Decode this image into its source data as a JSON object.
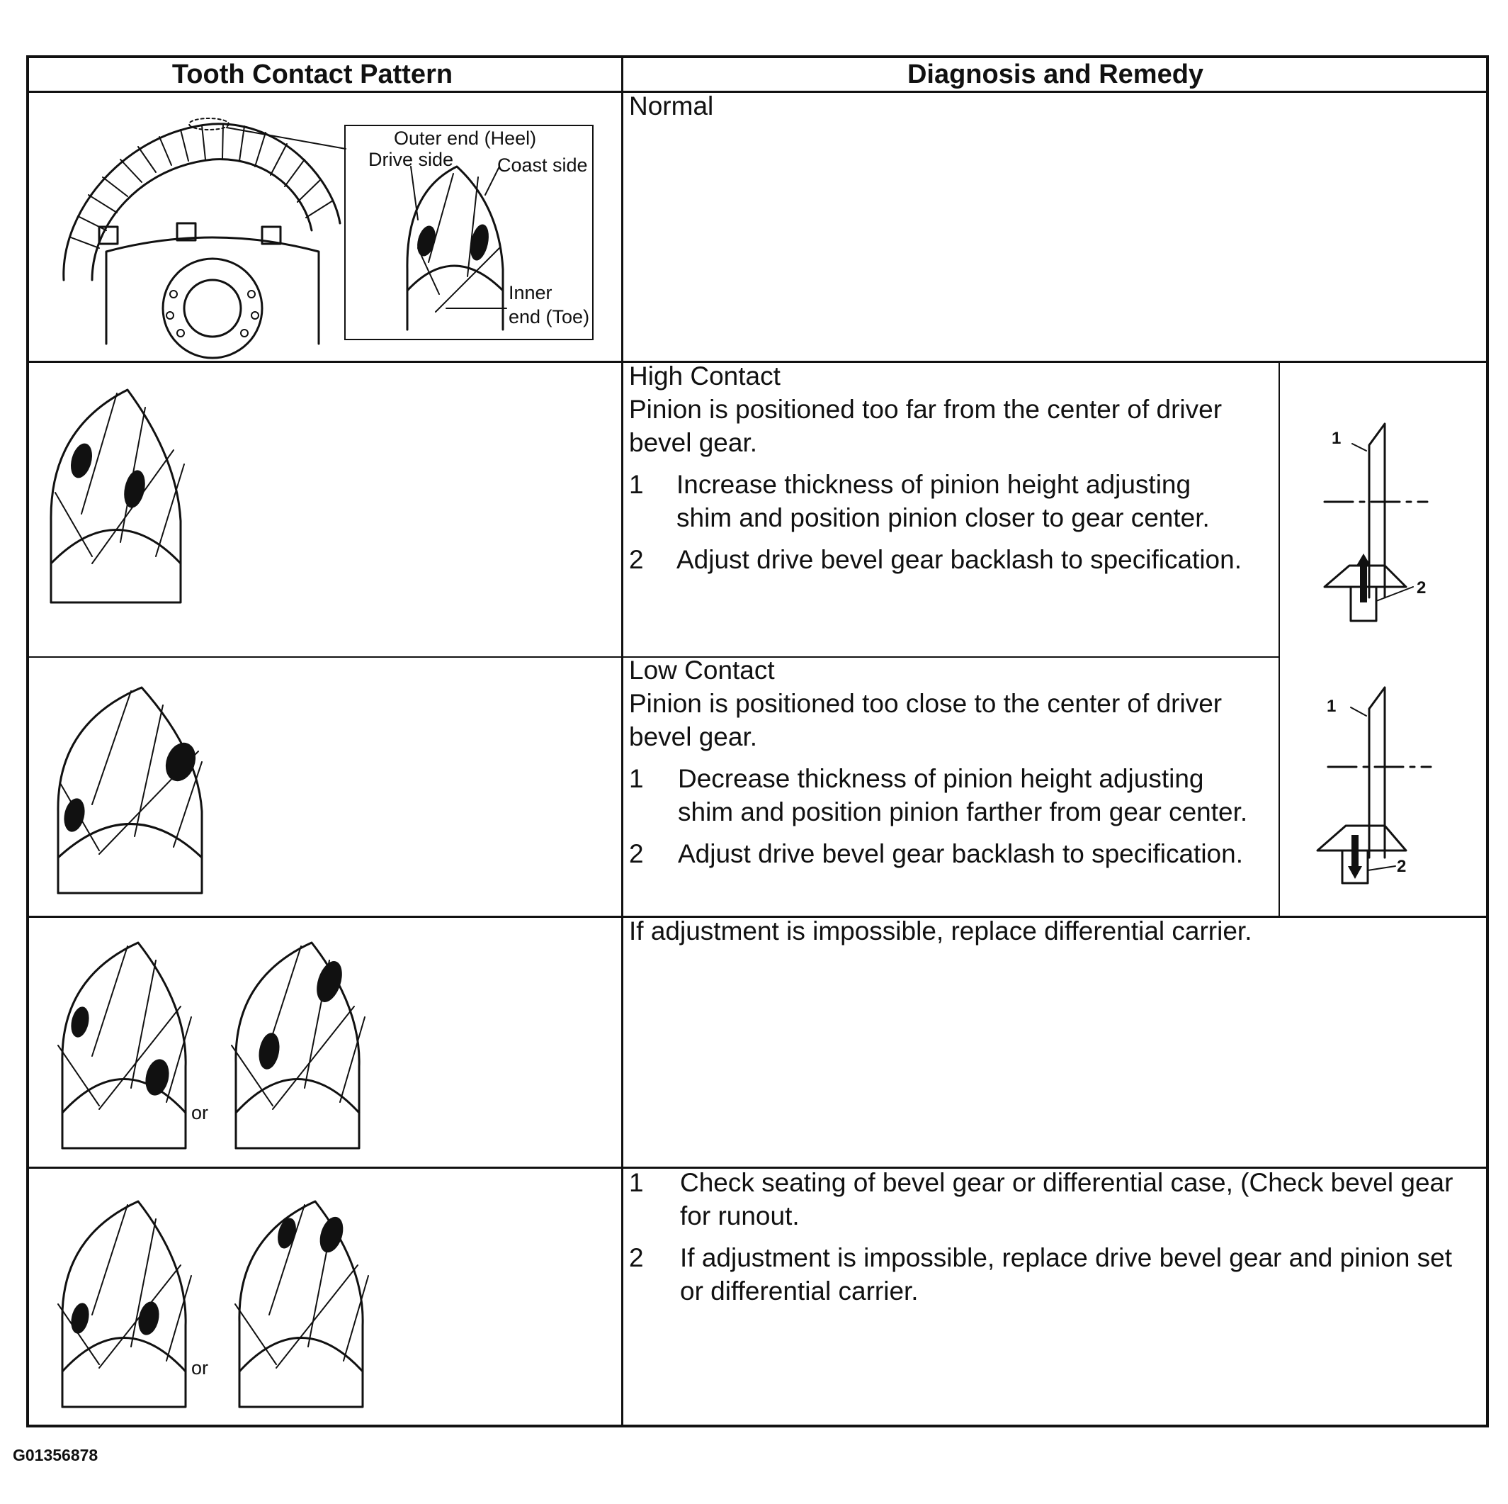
{
  "table": {
    "headers": {
      "pattern": "Tooth Contact Pattern",
      "diagnosis": "Diagnosis and Remedy"
    },
    "rows": [
      {
        "title": "Normal",
        "callouts": {
          "outer": "Outer end (Heel)",
          "drive": "Drive side",
          "coast": "Coast side",
          "inner1": "Inner",
          "inner2": "end (Toe)"
        }
      },
      {
        "title": "High Contact",
        "description_1": "Pinion is positioned too far from the center of driver",
        "description_2": "bevel gear.",
        "steps": [
          {
            "num": "1",
            "line1": "Increase thickness of pinion height adjusting",
            "line2": "shim and position pinion closer to gear center."
          },
          {
            "num": "2",
            "line1": "Adjust drive bevel gear backlash to specification."
          }
        ],
        "diagram_labels": {
          "gear": "1",
          "pinion": "2"
        }
      },
      {
        "title": "Low Contact",
        "description_1": "Pinion is positioned too close to the center of driver",
        "description_2": "bevel gear.",
        "steps": [
          {
            "num": "1",
            "line1": "Decrease thickness of pinion height adjusting",
            "line2": "shim and position pinion farther from gear center."
          },
          {
            "num": "2",
            "line1": "Adjust drive bevel gear backlash to specification."
          }
        ],
        "diagram_labels": {
          "gear": "1",
          "pinion": "2"
        }
      },
      {
        "text": "If adjustment is impossible, replace differential carrier.",
        "or_label": "or"
      },
      {
        "steps": [
          {
            "num": "1",
            "line1": "Check seating of bevel gear or differential case, (Check bevel gear",
            "line2": "for runout."
          },
          {
            "num": "2",
            "line1": "If adjustment is impossible, replace drive bevel gear and pinion set",
            "line2": "or differential carrier."
          }
        ],
        "or_label": "or"
      }
    ]
  },
  "figure_code": "G01356878"
}
